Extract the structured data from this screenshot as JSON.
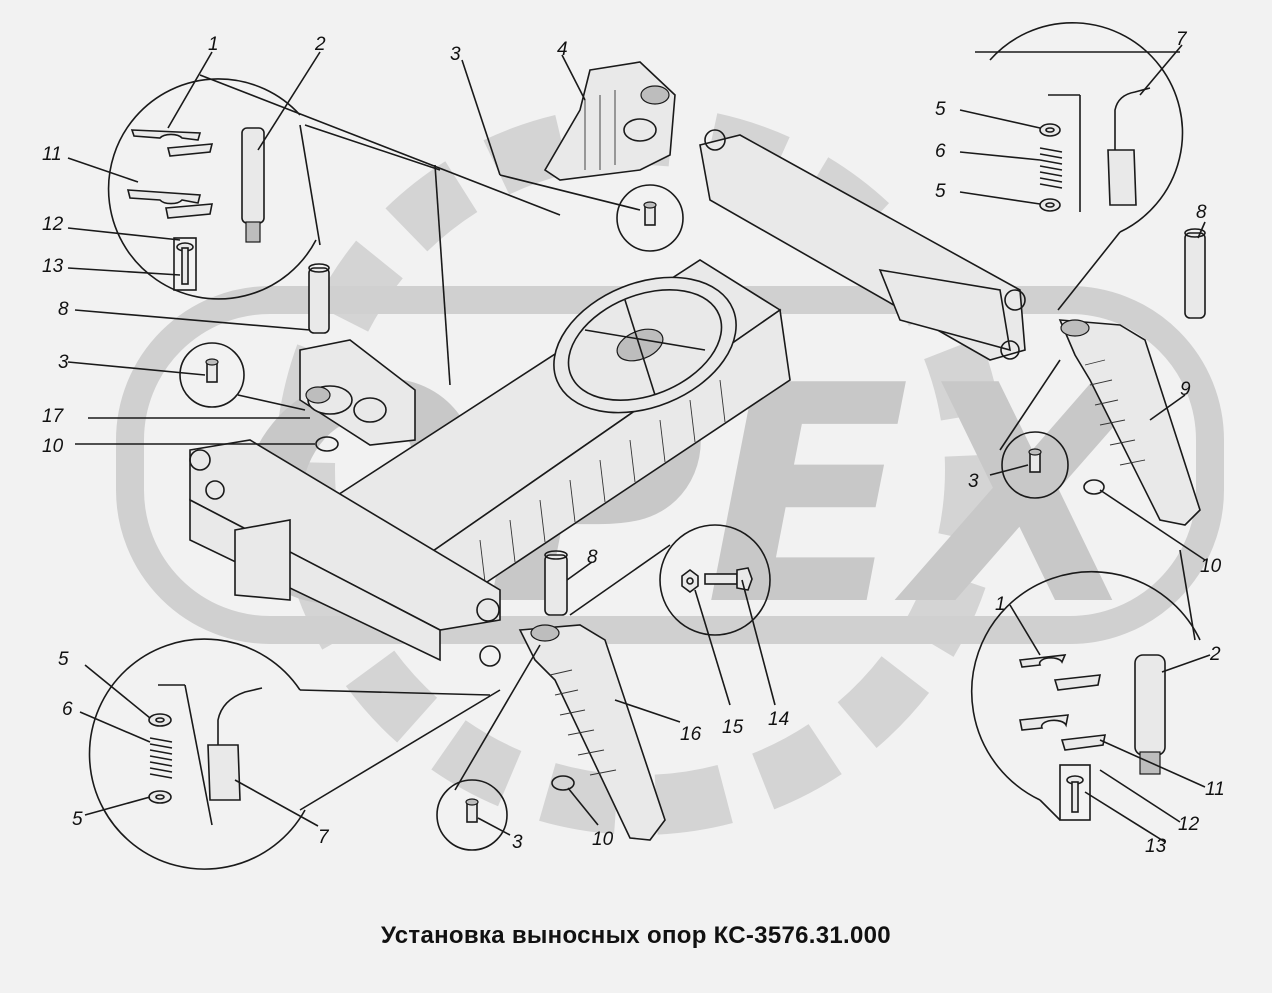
{
  "caption": "Установка выносных опор КС-3576.31.000",
  "watermark": {
    "text": "OPEX",
    "color": "#c8c8c8"
  },
  "callouts": [
    "1",
    "2",
    "3",
    "4",
    "5",
    "6",
    "7",
    "8",
    "9",
    "10",
    "11",
    "12",
    "13",
    "14",
    "15",
    "16",
    "17"
  ],
  "parts": [
    {
      "ref": "frame",
      "icon": "frame-icon"
    },
    {
      "ref": "outrigger-beam",
      "icon": "beam-icon"
    },
    {
      "ref": "pin",
      "icon": "pin-icon"
    },
    {
      "ref": "spring",
      "icon": "spring-icon"
    },
    {
      "ref": "washer",
      "icon": "washer-icon"
    },
    {
      "ref": "bolt",
      "icon": "bolt-icon"
    },
    {
      "ref": "nut",
      "icon": "nut-icon"
    },
    {
      "ref": "plate",
      "icon": "plate-icon"
    }
  ]
}
